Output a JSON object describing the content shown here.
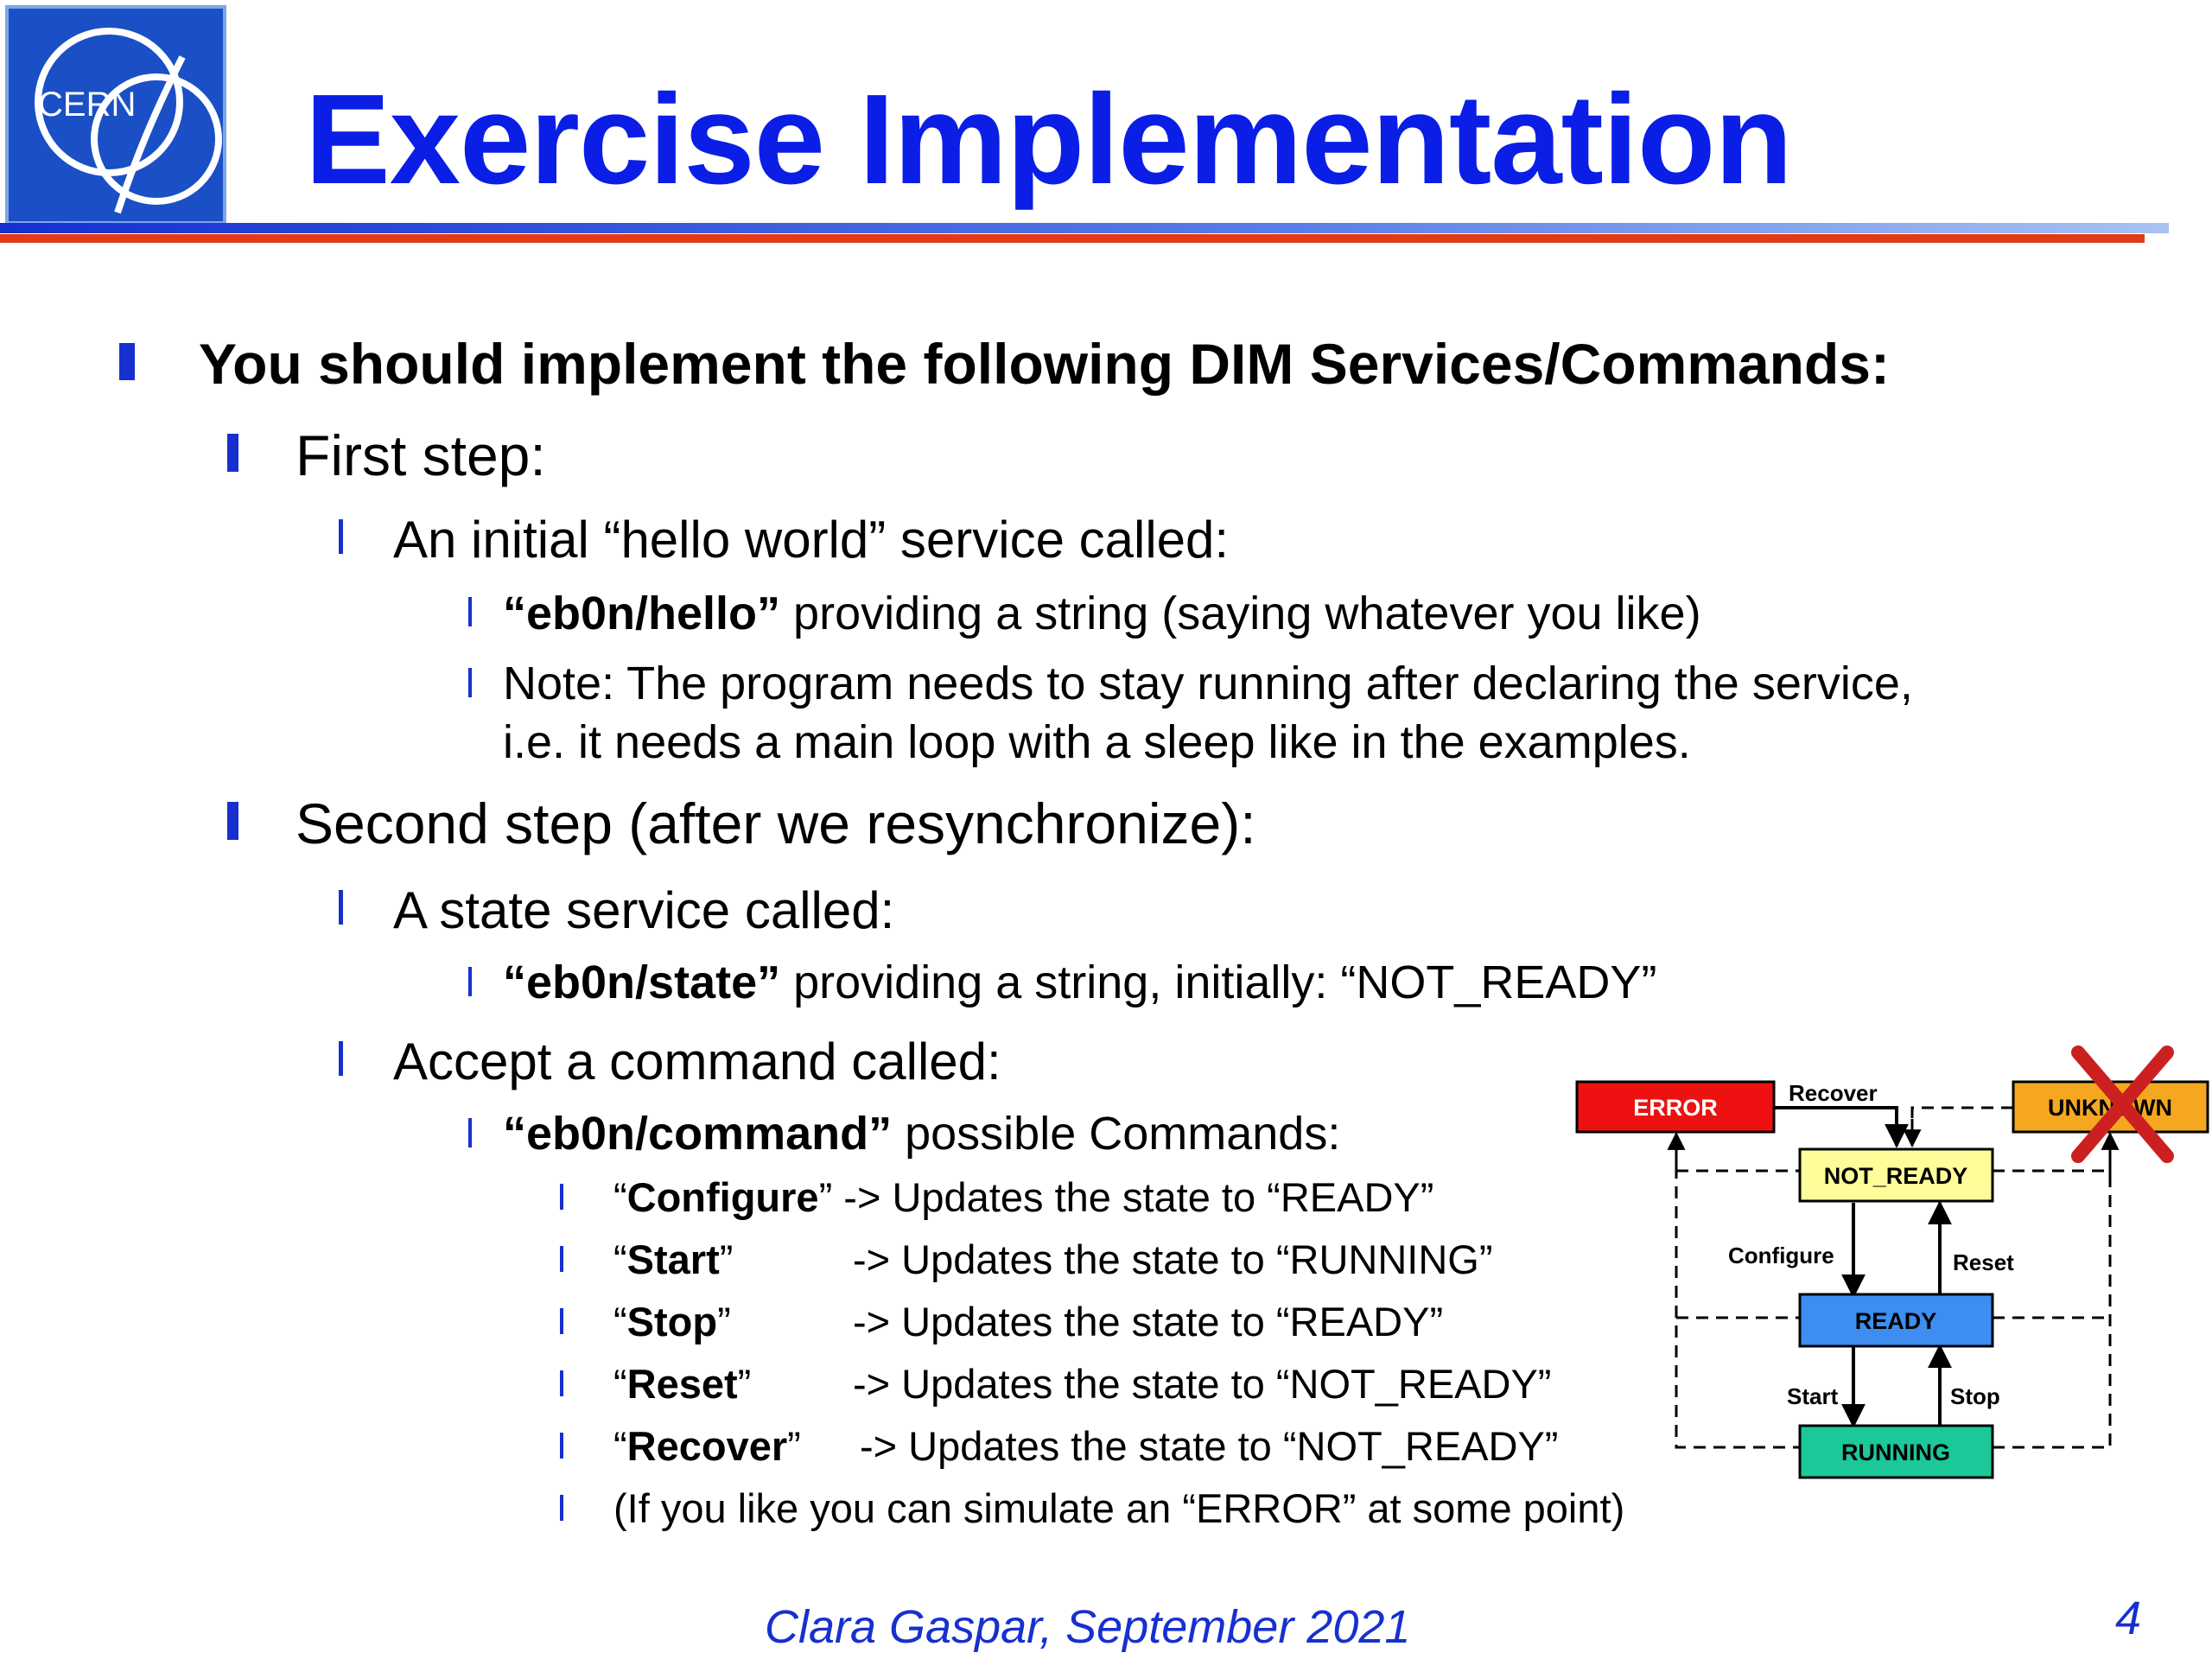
{
  "logo": {
    "text": "CERN",
    "color": "#1a4fc6"
  },
  "title": "Exercise Implementation",
  "colors": {
    "title": "#0a1ee6",
    "bullet": "#1630d0",
    "rule_red": "#e23a14",
    "footer": "#1630d0"
  },
  "main": {
    "heading": "You should implement the following DIM Services/Commands:",
    "step1": {
      "label": "First step:",
      "item": "An initial “hello world” service called:",
      "service_name": "“eb0n/hello”",
      "service_desc": " providing a string (saying whatever you like)",
      "note_line1": "Note: The program needs to stay running after declaring the service,",
      "note_line2": "i.e. it needs a main loop with a sleep like in the examples."
    },
    "step2": {
      "label": "Second step (after we resynchronize):",
      "state_item": "A state service called:",
      "state_name": "“eb0n/state”",
      "state_desc": " providing a string, initially: “NOT_READY”",
      "command_item": "Accept a command called:",
      "command_name": "“eb0n/command”",
      "command_desc": " possible Commands:",
      "commands": [
        {
          "name": "Configure",
          "effect": "-> Updates the state to “READY”"
        },
        {
          "name": "Start",
          "effect": "-> Updates the state to “RUNNING”"
        },
        {
          "name": "Stop",
          "effect": "-> Updates the state to “READY”"
        },
        {
          "name": "Reset",
          "effect": "-> Updates the state to “NOT_READY”"
        },
        {
          "name": "Recover",
          "effect": "-> Updates the state to “NOT_READY”"
        }
      ],
      "error_note": "(If you like you can simulate an “ERROR” at some point)"
    }
  },
  "diagram": {
    "states": {
      "error": {
        "label": "ERROR",
        "fill": "#ee1111",
        "text": "#ffffff"
      },
      "unknown": {
        "label": "UNKNOWN",
        "fill": "#f5a81f",
        "text": "#000000"
      },
      "not_ready": {
        "label": "NOT_READY",
        "fill": "#fdfd9a",
        "text": "#000000"
      },
      "ready": {
        "label": "READY",
        "fill": "#3d8ef0",
        "text": "#000000"
      },
      "running": {
        "label": "RUNNING",
        "fill": "#1cc79a",
        "text": "#000000"
      }
    },
    "transitions": {
      "recover": "Recover",
      "configure": "Configure",
      "reset": "Reset",
      "start": "Start",
      "stop": "Stop"
    },
    "cross_color": "#cc2020"
  },
  "footer": {
    "author": "Clara Gaspar, September 2021",
    "page": "4"
  }
}
